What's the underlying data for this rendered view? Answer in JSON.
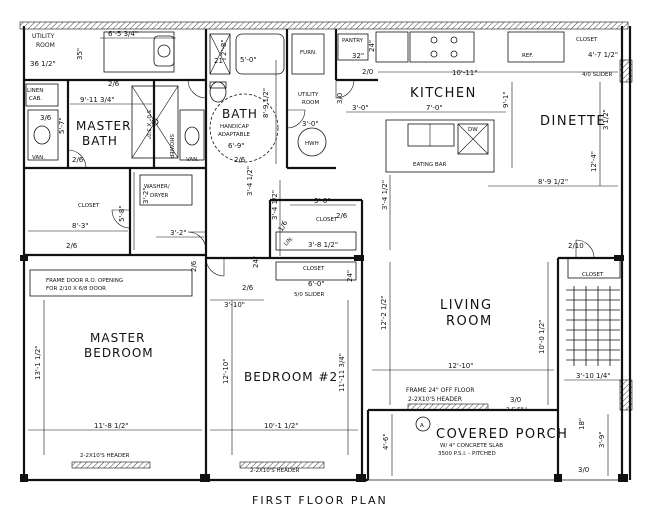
{
  "caption": "FIRST FLOOR PLAN",
  "rooms": {
    "utility_room_top_l1": "UTILITY",
    "utility_room_top_l2": "ROOM",
    "linen_l1": "LINEN",
    "linen_l2": "CAB.",
    "master_bath_l1": "MASTER",
    "master_bath_l2": "BATH",
    "bath": "BATH",
    "bath_note_l1": "HANDICAP",
    "bath_note_l2": "ADAPTABLE",
    "utility_room_l1": "UTILITY",
    "utility_room_l2": "ROOM",
    "furn": "FURN.",
    "hwh": "HWH",
    "pantry": "PANTRY",
    "ref": "REF.",
    "kitchen": "KITCHEN",
    "dinette": "DINETTE",
    "eating_bar": "EATING BAR",
    "dw": "DW",
    "van_left": "VAN.",
    "van_right": "VAN.",
    "shower": "SHOWER",
    "washer_l1": "WASHER/",
    "washer_l2": "DRYER",
    "closet_mb": "CLOSET",
    "closet_hall": "CLOSET",
    "closet_bed2": "CLOSET",
    "closet_right": "CLOSET",
    "closet_top": "CLOSET",
    "lin": "LIN.",
    "master_bedroom_l1": "MASTER",
    "master_bedroom_l2": "BEDROOM",
    "bedroom2": "BEDROOM #2",
    "living_l1": "LIVING",
    "living_l2": "ROOM",
    "covered_porch": "COVERED PORCH",
    "porch_marker": "A",
    "porch_note_l1": "W/ 4\" CONCRETE SLAB",
    "porch_note_l2": "3500 P.S.I. - PITCHED",
    "frame_note_l1": "FRAME DOOR R.O. OPENING",
    "frame_note_l2": "FOR 2/10 X 6/8 DOOR",
    "frame_porch_l1": "FRAME 24\" OFF FLOOR",
    "frame_porch_l2": "2-2X10'S HEADER",
    "header_mb": "2-2X10'S HEADER",
    "header_bed2": "2-2X10'S HEADER",
    "slider_bed2": "5/0 SLIDER",
    "slider_kitchen": "4/0 SLIDER",
    "sill": "2-C SILL",
    "shower_size": "5'0\" X 3'0\""
  },
  "dimensions": {
    "d_36_12": "36 1/2\"",
    "d_6_5_34": "6'-5 3/4\"",
    "d_35": "35\"",
    "d_2_6_a": "2/6",
    "d_21": "21\"",
    "d_2_8": "2'-8\"",
    "d_5_0_a": "5'-0\"",
    "d_24_a": "24\"",
    "d_32": "32\"",
    "d_2_0": "2/0",
    "d_4_7_12": "4'-7 1/2\"",
    "d_10_11": "10'-11\"",
    "d_9_11_34": "9'-11 3/4\"",
    "d_8_9_12": "8'-9 1/2\"",
    "d_3_0_a": "3/0",
    "d_3_0_b": "3'-0\"",
    "d_7_0": "7'-0\"",
    "d_9_1": "9'-1\"",
    "d_3_1_12": "3'1/2\"",
    "d_3_6": "3/6",
    "d_5_7": "5'-7\"",
    "d_3_0_c": "3'-0\"",
    "d_6_9": "6'-9\"",
    "d_2_6_b": "2/6",
    "d_2_6_c": "2/6",
    "d_12_4": "12'-4\"",
    "d_3_4_12_a": "3'-4 1/2\"",
    "d_3_4_12_b": "3'-4 1/2\"",
    "d_3_4_12_c": "3'-4 1/2\"",
    "d_8_9_12_b": "8'-9 1/2\"",
    "d_5_8": "5'-8\"",
    "d_3_2": "3'-2\"",
    "d_8_3": "8'-3\"",
    "d_3_2_b": "3'-2\"",
    "d_5_0_b": "5'-0\"",
    "d_2_6_d": "2/6",
    "d_1_6": "1/6",
    "d_3_8_12": "3'-8 1/2\"",
    "d_2_10": "2/10",
    "d_2_6_e": "2/6",
    "d_2_6_f": "2/6",
    "d_24_b": "24\"",
    "d_24_c": "24\"",
    "d_6_0": "6'-0\"",
    "d_2_6_g": "2/6",
    "d_3_10": "3'-10\"",
    "d_13_1_12": "13'-1 1/2\"",
    "d_12_10": "12'-10\"",
    "d_11_11_34": "11'-11 3/4\"",
    "d_12_2_12": "12'-2 1/2\"",
    "d_10_0_12": "10'-0 1/2\"",
    "d_12_10_b": "12'-10\"",
    "d_3_10_14": "3'-10 1/4\"",
    "d_11_8_12": "11'-8 1/2\"",
    "d_10_1_12": "10'-1 1/2\"",
    "d_3_0_d": "3/0",
    "d_4_6": "4'-6\"",
    "d_3_9": "3'-9\"",
    "d_3_0_e": "3/0",
    "d_18": "18\""
  }
}
